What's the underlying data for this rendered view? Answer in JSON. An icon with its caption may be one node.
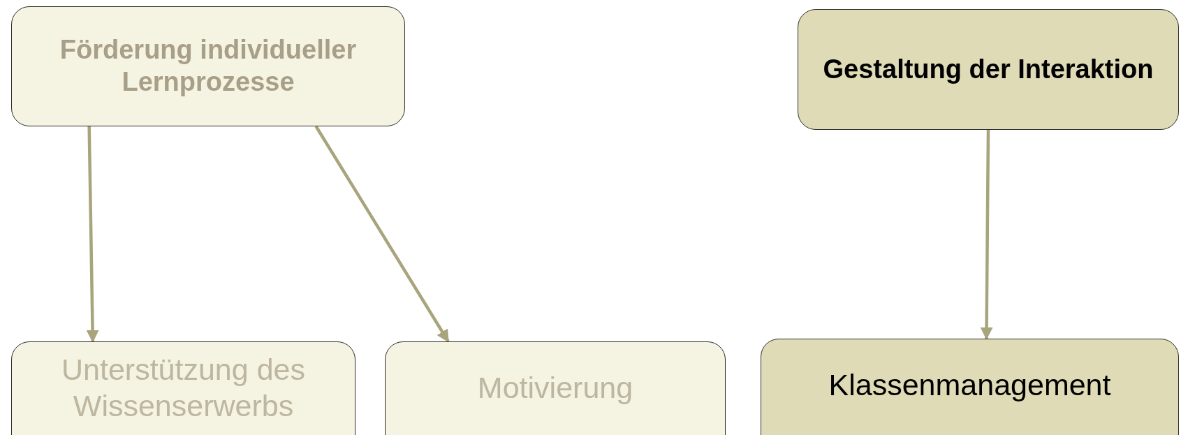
{
  "diagram": {
    "nodes": [
      {
        "text": [
          "Förderung individueller Lernprozesse"
        ]
      },
      {
        "text": [
          "Gestaltung der Interaktion"
        ]
      },
      {
        "text": [
          "Unterstützung des Wissenserwerbs"
        ]
      },
      {
        "text": [
          "Motivierung"
        ]
      },
      {
        "text": [
          "Klassenmanagement"
        ]
      }
    ],
    "edges": [
      {
        "from": 0,
        "to": 2,
        "arrow": "to"
      },
      {
        "from": 0,
        "to": 3,
        "arrow": "to"
      },
      {
        "from": 1,
        "to": 4,
        "arrow": "to"
      }
    ]
  }
}
